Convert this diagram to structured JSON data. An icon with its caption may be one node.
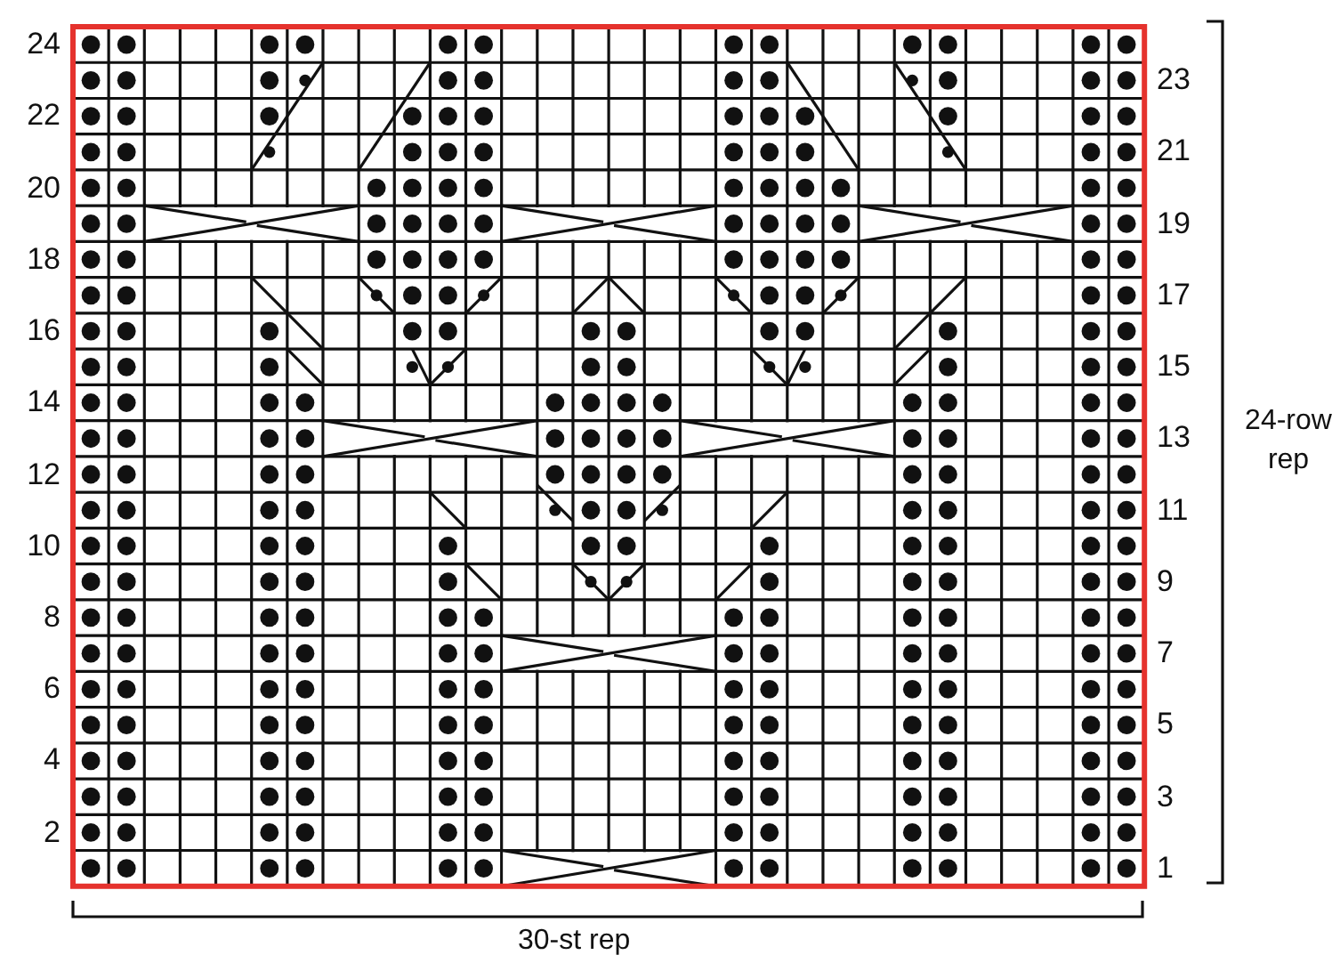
{
  "diagram": {
    "labels": [
      "24",
      "23",
      "22",
      "21",
      "20",
      "19",
      "18",
      "17",
      "16",
      "15",
      "14",
      "13",
      "12",
      "11",
      "10",
      "9",
      "8",
      "7",
      "6",
      "5",
      "4",
      "3",
      "2",
      "1",
      "24-row rep",
      "30-st rep"
    ]
  }
}
